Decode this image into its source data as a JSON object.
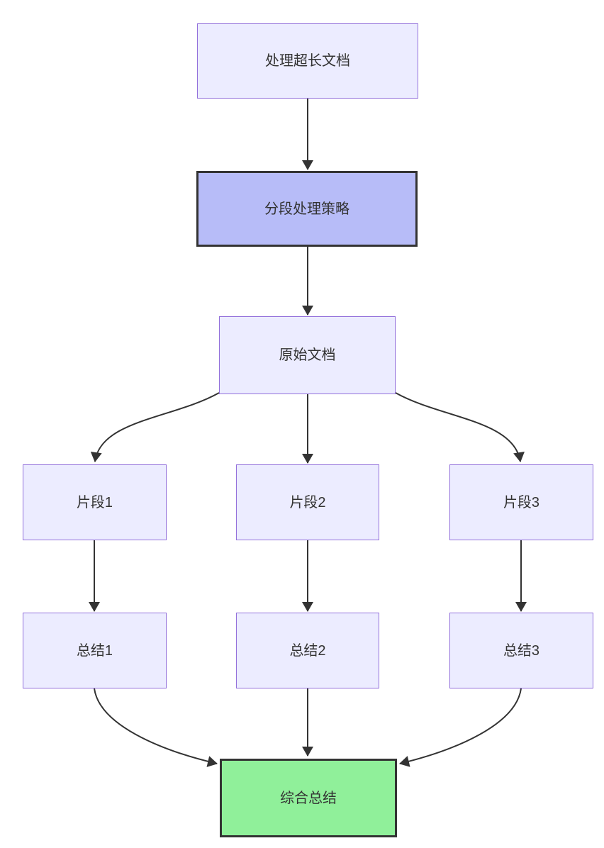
{
  "diagram": {
    "type": "flowchart",
    "direction": "top-down",
    "background_color": "#ffffff",
    "edge_color": "#333333",
    "text_color": "#333333",
    "styles": {
      "default_fill": "#ECECFF",
      "default_border": "#9370DB",
      "highlight_fill": "#b7bcf8",
      "highlight_border": "#333333",
      "result_fill": "#90f09a",
      "result_border": "#333333"
    },
    "nodes": [
      {
        "id": "a",
        "label": "处理超长文档",
        "style": "default",
        "fill": "#ECECFF",
        "border": "#9370DB"
      },
      {
        "id": "b",
        "label": "分段处理策略",
        "style": "highlight",
        "fill": "#b7bcf8",
        "border": "#333333"
      },
      {
        "id": "c",
        "label": "原始文档",
        "style": "default",
        "fill": "#ECECFF",
        "border": "#9370DB"
      },
      {
        "id": "d1",
        "label": "片段1",
        "style": "default",
        "fill": "#ECECFF",
        "border": "#9370DB"
      },
      {
        "id": "d2",
        "label": "片段2",
        "style": "default",
        "fill": "#ECECFF",
        "border": "#9370DB"
      },
      {
        "id": "d3",
        "label": "片段3",
        "style": "default",
        "fill": "#ECECFF",
        "border": "#9370DB"
      },
      {
        "id": "s1",
        "label": "总结1",
        "style": "default",
        "fill": "#ECECFF",
        "border": "#9370DB"
      },
      {
        "id": "s2",
        "label": "总结2",
        "style": "default",
        "fill": "#ECECFF",
        "border": "#9370DB"
      },
      {
        "id": "s3",
        "label": "总结3",
        "style": "default",
        "fill": "#ECECFF",
        "border": "#9370DB"
      },
      {
        "id": "f",
        "label": "综合总结",
        "style": "result",
        "fill": "#90f09a",
        "border": "#333333"
      }
    ],
    "edges": [
      {
        "from": "处理超长文档",
        "to": "分段处理策略"
      },
      {
        "from": "分段处理策略",
        "to": "原始文档"
      },
      {
        "from": "原始文档",
        "to": "片段1"
      },
      {
        "from": "原始文档",
        "to": "片段2"
      },
      {
        "from": "原始文档",
        "to": "片段3"
      },
      {
        "from": "片段1",
        "to": "总结1"
      },
      {
        "from": "片段2",
        "to": "总结2"
      },
      {
        "from": "片段3",
        "to": "总结3"
      },
      {
        "from": "总结1",
        "to": "综合总结"
      },
      {
        "from": "总结2",
        "to": "综合总结"
      },
      {
        "from": "总结3",
        "to": "综合总结"
      }
    ]
  }
}
